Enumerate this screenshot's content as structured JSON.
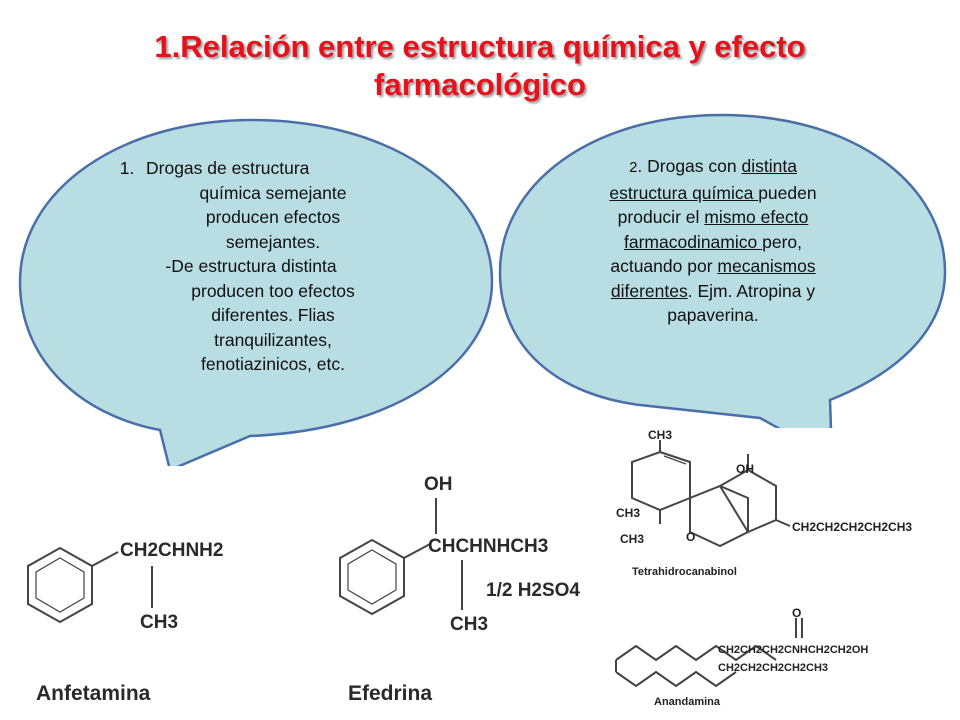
{
  "slide": {
    "title_line1": "1.Relación entre estructura química y efecto",
    "title_line2": "farmacológico"
  },
  "bubble_left": {
    "item_number": "1.",
    "line1": "Drogas de estructura",
    "line2": "química semejante",
    "line3": "producen efectos",
    "line4": "semejantes.",
    "line5": "-De estructura distinta",
    "line6": "producen too efectos",
    "line7": "diferentes. Flias",
    "line8": "tranquilizantes,",
    "line9": "fenotiazinicos, etc."
  },
  "bubble_right": {
    "number": "2",
    "t1": ". Drogas con ",
    "u1": "distinta",
    "u2": "estructura química ",
    "t2": "pueden",
    "t3": "producir el ",
    "u3": "mismo efecto",
    "u4": "farmacodinamico ",
    "t4": "pero,",
    "t5": "actuando por ",
    "u5": "mecanismos",
    "u6": "diferentes",
    "t6": ". Ejm. Atropina y",
    "t7": "papaverina."
  },
  "structures": {
    "anfetamina": {
      "sub1": "CH2CHNH2",
      "sub2": "CH3",
      "caption": "Anfetamina"
    },
    "efedrina": {
      "oh": "OH",
      "sub1": "CHCHNHCH3",
      "sub2": "CH3",
      "salt": "1/2 H2SO4",
      "caption": "Efedrina"
    },
    "thc": {
      "ch3_top": "CH3",
      "oh": "OH",
      "ch3_a": "CH3",
      "ch3_b": "CH3",
      "o": "O",
      "chain": "CH2CH2CH2CH2CH3",
      "caption": "Tetrahidrocanabinol"
    },
    "anandamida": {
      "o": "O",
      "chain1": "CH2CH2CH2CNHCH2CH2OH",
      "chain2": "CH2CH2CH2CH2CH3",
      "caption": "Anandamina"
    }
  },
  "colors": {
    "title": "#e8101a",
    "bubble_fill": "#b8dde3",
    "bubble_stroke": "#4a6fa8"
  }
}
